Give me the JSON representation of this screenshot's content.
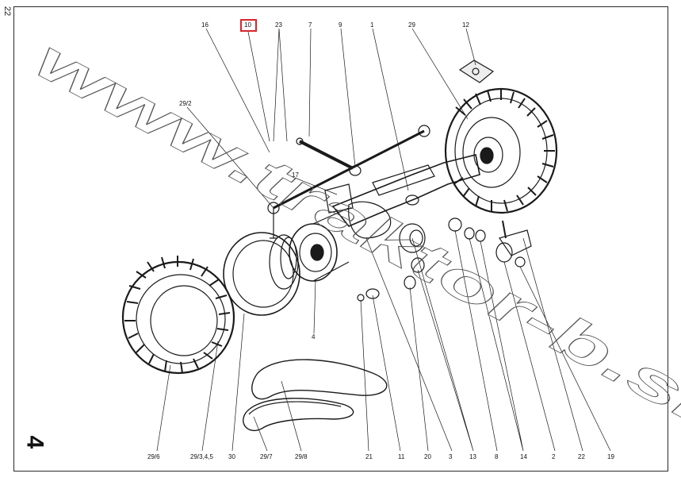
{
  "page_number": "22",
  "figure_number": "4",
  "watermark": "www.traktor-b.sk",
  "highlighted_callout": "10",
  "callouts_top": [
    "16",
    "10",
    "23",
    "7",
    "9",
    "1",
    "29",
    "12"
  ],
  "callouts_bottom": [
    "29/6",
    "29/3,4,5",
    "30",
    "29/7",
    "29/8",
    "21",
    "11",
    "20",
    "3",
    "13",
    "8",
    "14",
    "2",
    "22",
    "19"
  ],
  "callouts_inner": [
    "29/2",
    "17",
    "4"
  ]
}
